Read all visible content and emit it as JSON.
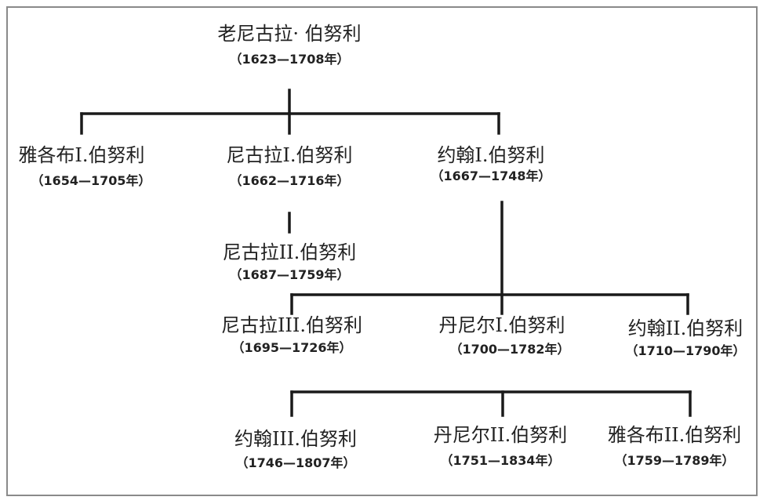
{
  "tree": {
    "nodes": [
      {
        "id": "nikolaus-i",
        "name": "老尼古拉· 伯努利",
        "dates": "（1623—1708年）"
      },
      {
        "id": "jakob-i",
        "name": "雅各布I.伯努利",
        "dates": "（1654—1705年）"
      },
      {
        "id": "nikolaus-i-2",
        "name": "尼古拉I.伯努利",
        "dates": "（1662—1716年）"
      },
      {
        "id": "johann-i",
        "name": "约翰I.伯努利",
        "dates": "（1667—1748年）"
      },
      {
        "id": "nikolaus-ii",
        "name": "尼古拉II.伯努利",
        "dates": "（1687—1759年）"
      },
      {
        "id": "nikolaus-iii",
        "name": "尼古拉III.伯努利",
        "dates": "（1695—1726年）"
      },
      {
        "id": "daniel-i",
        "name": "丹尼尔I.伯努利",
        "dates": "（1700—1782年）"
      },
      {
        "id": "johann-ii",
        "name": "约翰II.伯努利",
        "dates": "（1710—1790年）"
      },
      {
        "id": "johann-iii",
        "name": "约翰III.伯努利",
        "dates": "（1746—1807年）"
      },
      {
        "id": "daniel-ii",
        "name": "丹尼尔II.伯努利",
        "dates": "（1751—1834年）"
      },
      {
        "id": "jakob-ii",
        "name": "雅各布II.伯努利",
        "dates": "（1759—1789年）"
      }
    ]
  }
}
